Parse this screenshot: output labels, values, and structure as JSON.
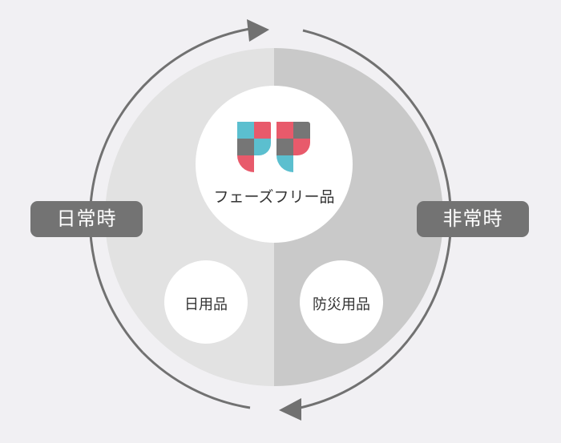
{
  "labels": {
    "left_state": "日常時",
    "right_state": "非常時",
    "center_concept": "フェーズフリー品",
    "left_item": "日用品",
    "right_item": "防災用品"
  },
  "logo": {
    "text": "PF",
    "colors": [
      "#5bbfcf",
      "#e85a6b",
      "#767676"
    ]
  },
  "colors": {
    "background": "#f1f0f3",
    "left_half": "#e2e2e2",
    "right_half": "#c9c9c9",
    "arrow": "#717171",
    "pill": "#737373"
  }
}
